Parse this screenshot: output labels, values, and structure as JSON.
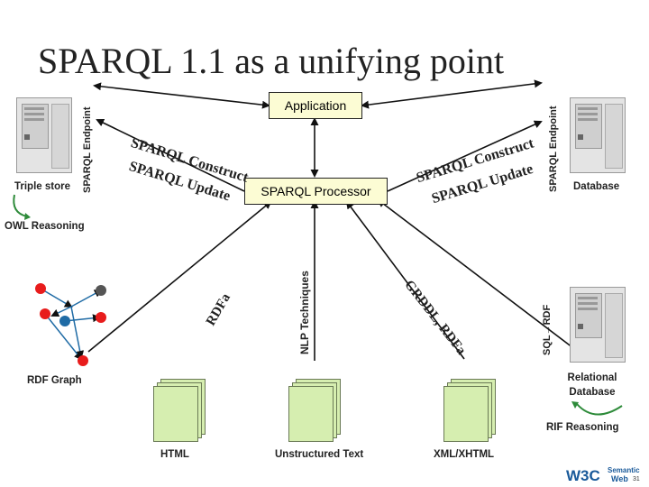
{
  "title": "SPARQL 1.1 as a unifying point",
  "nodes": {
    "application": "Application",
    "sparql_processor": "SPARQL Processor",
    "triple_store": "Triple store",
    "database": "Database",
    "relational_database": "Relational Database",
    "rdf_graph": "RDF Graph"
  },
  "endpoints": {
    "left": "SPARQL Endpoint",
    "right": "SPARQL Endpoint"
  },
  "reasoning": {
    "owl": "OWL Reasoning",
    "rif": "RIF Reasoning"
  },
  "edge_labels": {
    "left_construct": "SPARQL Construct",
    "left_update": "SPARQL Update",
    "right_construct": "SPARQL Construct",
    "right_update": "SPARQL Update",
    "rdfa_left": "RDFa",
    "nlp": "NLP Techniques",
    "grddl_rdfa": "GRDDL, RDFa",
    "sql_rdf": "SQL→RDF"
  },
  "documents": {
    "html": "HTML",
    "unstructured": "Unstructured Text",
    "xml": "XML/XHTML"
  },
  "footer": {
    "w3c": "W3C",
    "semantic_web_1": "Semantic",
    "semantic_web_2": "Web",
    "page_number": "31"
  },
  "colors": {
    "box_fill": "#fcfcd4",
    "doc_fill": "#d6eeb0",
    "graph_red": "#e81c1c",
    "graph_blue": "#1f6ba5",
    "graph_gray": "#666666",
    "reasoning_green": "#2e8b3a",
    "w3c_blue": "#1a5a9a"
  }
}
